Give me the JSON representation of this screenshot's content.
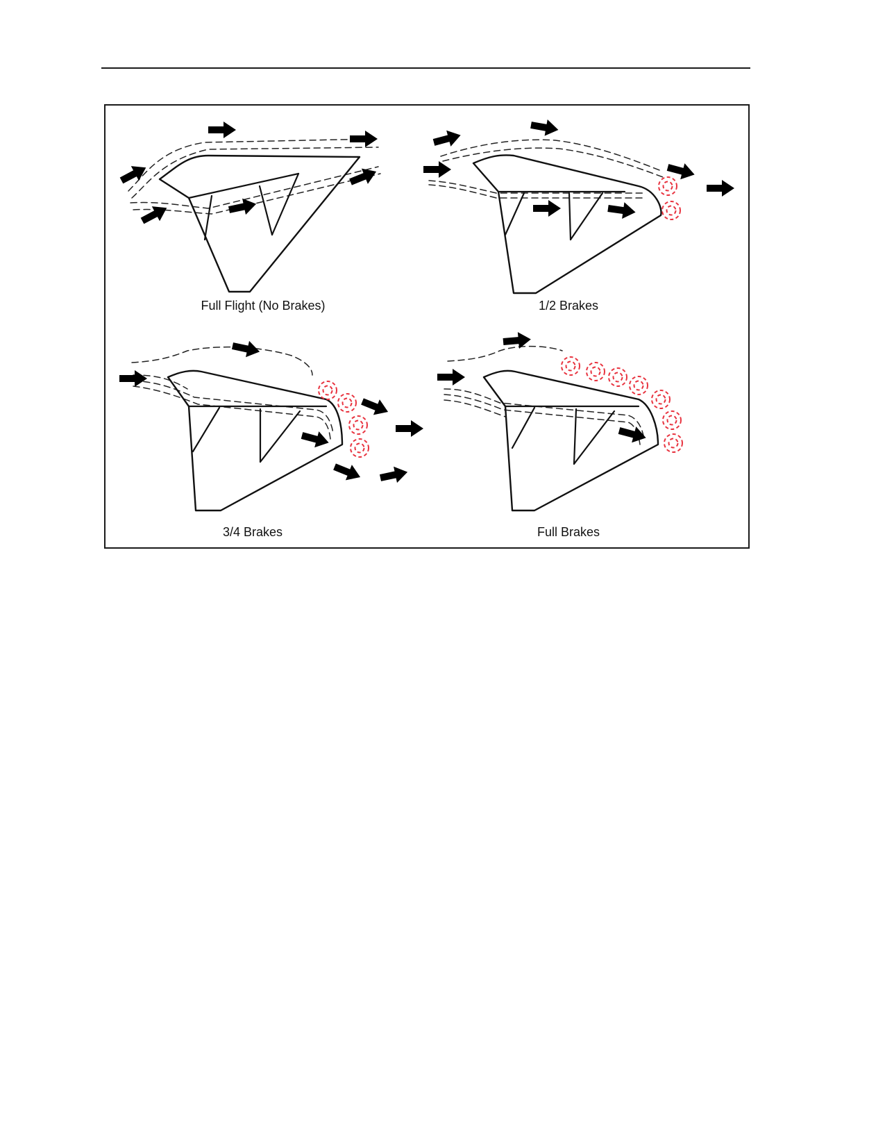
{
  "figure": {
    "panels": [
      {
        "id": "full-flight",
        "caption": "Full Flight (No Brakes)"
      },
      {
        "id": "half-brakes",
        "caption": "1/2 Brakes"
      },
      {
        "id": "three-quarter-brakes",
        "caption": "3/4 Brakes"
      },
      {
        "id": "full-brakes",
        "caption": "Full Brakes"
      }
    ],
    "colors": {
      "outline": "#111111",
      "airflow": "#222222",
      "turbulence": "#e8333f"
    },
    "icons": {
      "airflow_arrow": "arrow-icon",
      "turbulence": "vortex-icon"
    }
  }
}
